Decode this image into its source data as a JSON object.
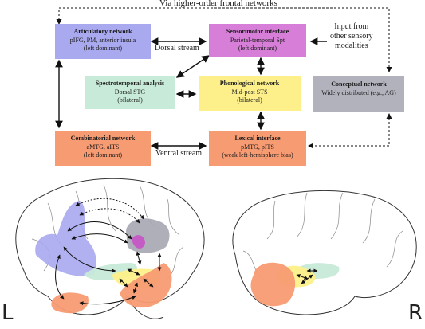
{
  "top_label": "Via higher-order frontal networks",
  "boxes": {
    "articulatory": {
      "title": "Articulatory network",
      "lines": [
        "pIFG, PM, anterior insula",
        "(left dominant)"
      ],
      "color": "#a9a9f0"
    },
    "sensorimotor": {
      "title": "Sensorimotor interface",
      "lines": [
        "Parietal-temporal Spt",
        "(left dominant)"
      ],
      "color": "#d77fd8"
    },
    "spectrotemporal": {
      "title": "Spectrotemporal analysis",
      "lines": [
        "Dorsal STG",
        "(bilateral)"
      ],
      "color": "#c8ead8"
    },
    "phonological": {
      "title": "Phonological network",
      "lines": [
        "Mid-post STS",
        "(bilateral)"
      ],
      "color": "#fdf08a"
    },
    "conceptual": {
      "title": "Conceptual network",
      "lines": [
        "Widely distributed (e.g., AG)"
      ],
      "color": "#b2b2bd"
    },
    "combinatorial": {
      "title": "Combinatorial network",
      "lines": [
        "aMTG, aITS",
        "(left dominant)"
      ],
      "color": "#f79b72"
    },
    "lexical": {
      "title": "Lexical interface",
      "lines": [
        "pMTG, pITS",
        "(weak left-hemisphere bias)"
      ],
      "color": "#f79b72"
    }
  },
  "labels": {
    "dorsal": "Dorsal stream",
    "ventral": "Ventral stream",
    "input": [
      "Input from",
      "other sensory",
      "modalities"
    ]
  },
  "hemispheres": {
    "left": "L",
    "right": "R"
  }
}
